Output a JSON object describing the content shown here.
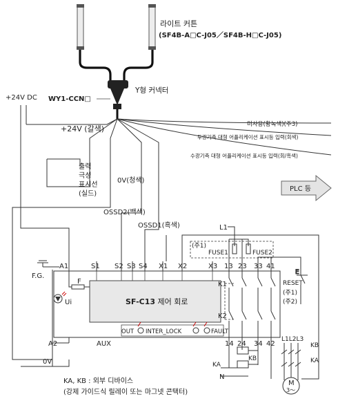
{
  "light_curtain": {
    "title": "라이트 커튼",
    "model": "(SF4B-A□C-J05／SF4B-H□C-J05)"
  },
  "connector": {
    "y_label": "Y형 커넥터",
    "cable_model": "WY1-CCN□"
  },
  "supply": {
    "dc_label": "+24V DC",
    "ov_label": "0V"
  },
  "wires": {
    "plus24": "+24V (갈색)",
    "unused": "미사용(황녹색)(주3)",
    "blue": "0V(청색)",
    "ossd2": "OSSD2(백색)",
    "ossd1": "OSSD1(흑색)",
    "emitter_indicator": "투광기측 대형 어플리케이션 표시등 입력(회색)",
    "receiver_indicator": "수광기측 대형 어플리케이션 표시등 입력(회/흑색)",
    "polarity": [
      "출력",
      "극성",
      "표시선",
      "(실드)"
    ]
  },
  "plc_label": "PLC 등",
  "controller": {
    "title": "SF-C13",
    "title_suffix": " 제어 회로",
    "top_terminals": [
      "A1",
      "S1",
      "S2",
      "S3",
      "S4",
      "X1",
      "X2",
      "X3",
      "13",
      "23",
      "33",
      "41"
    ],
    "bottom_terminals": [
      "A2",
      "AUX",
      "14",
      "24",
      "34",
      "42"
    ],
    "fg": "F.G.",
    "fuse_label": "F",
    "ui_label": "Ui",
    "out_labels": [
      "OUT",
      "INTER_LOCK",
      "FAULT"
    ],
    "k1": "K1",
    "k2": "K2"
  },
  "power_lines": {
    "l1": "L1",
    "n": "N",
    "l1l2l3": "L1L2L3"
  },
  "notes": {
    "fuse_note": "(주1)",
    "fuse1": "FUSE1",
    "fuse2": "FUSE2",
    "reset": "RESET",
    "reset_note1": "(주1)",
    "reset_note2": "(주2)",
    "ka": "KA",
    "kb": "KB",
    "motor": "M",
    "motor_phase": "3～"
  },
  "footer": {
    "line1": "KA, KB : 외부 디바이스",
    "line2": "(강제 가이드식 릴레이 또는 마그넷 콘택터)"
  }
}
